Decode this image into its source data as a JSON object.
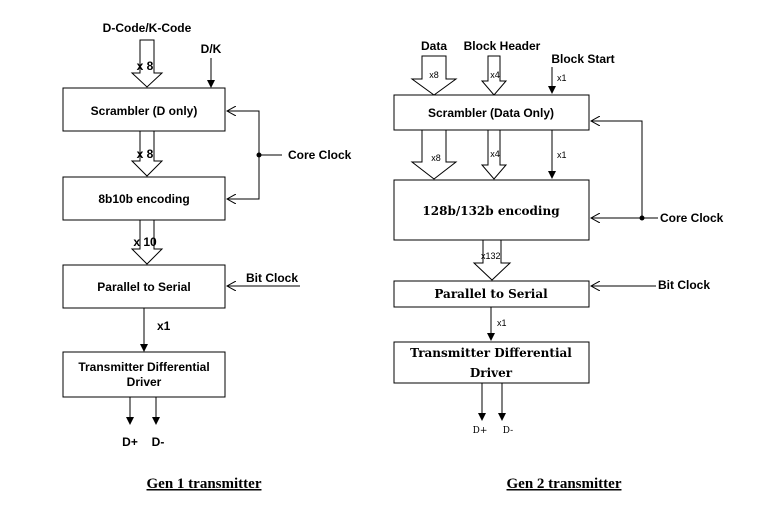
{
  "gen1": {
    "inputs": {
      "code": "D-Code/K-Code",
      "dk": "D/K"
    },
    "blocks": {
      "scrambler": "Scrambler (D only)",
      "encoding": "8b10b encoding",
      "p2s": "Parallel to Serial",
      "driver_l1": "Transmitter Differential",
      "driver_l2": "Driver"
    },
    "widths": {
      "in": "x 8",
      "mid": "x 8",
      "enc": "x 10",
      "ser": "x1"
    },
    "clocks": {
      "core": "Core Clock",
      "bit": "Bit Clock"
    },
    "outputs": {
      "pos": "D+",
      "neg": "D-"
    },
    "caption": "Gen 1 transmitter"
  },
  "gen2": {
    "inputs": {
      "data": "Data",
      "header": "Block Header",
      "start": "Block Start"
    },
    "blocks": {
      "scrambler": "Scrambler (Data Only)",
      "encoding": "128b/132b encoding",
      "p2s": "Parallel to Serial",
      "driver_l1": "Transmitter Differential",
      "driver_l2": "Driver"
    },
    "widths": {
      "data_in": "x8",
      "hdr_in": "x4",
      "start_in": "x1",
      "data_mid": "x8",
      "hdr_mid": "x4",
      "start_mid": "x1",
      "enc": "x132",
      "ser": "x1"
    },
    "clocks": {
      "core": "Core Clock",
      "bit": "Bit Clock"
    },
    "outputs": {
      "pos": "D+",
      "neg": "D-"
    },
    "caption": "Gen 2 transmitter"
  }
}
